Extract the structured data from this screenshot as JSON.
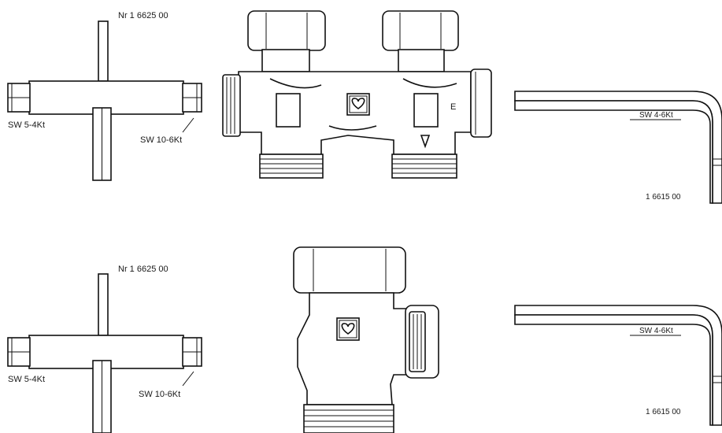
{
  "top": {
    "cross_key_part_no": "Nr 1 6625 00",
    "cross_key_left_size": "SW 5-4Kt",
    "cross_key_right_size": "SW 10-6Kt",
    "hex_key_size": "SW 4-6Kt",
    "hex_key_part_no": "1 6615 00",
    "valve_letter": "E"
  },
  "bottom": {
    "cross_key_part_no": "Nr 1 6625 00",
    "cross_key_left_size": "SW 5-4Kt",
    "cross_key_right_size": "SW 10-6Kt",
    "hex_key_size": "SW 4-6Kt",
    "hex_key_part_no": "1 6615 00"
  },
  "icons": [
    "cross-wrench-icon",
    "twin-valve-icon",
    "angle-valve-icon",
    "hex-key-icon",
    "heart-logo-icon"
  ]
}
